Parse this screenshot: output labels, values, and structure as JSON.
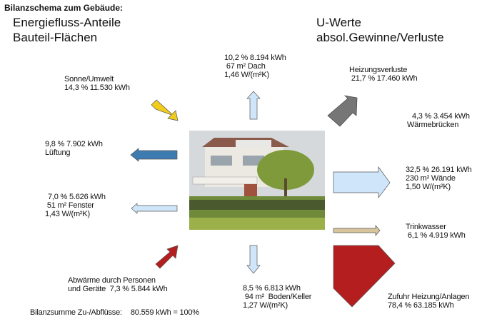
{
  "title": "Bilanzschema zum Gebäude:",
  "legend_left": [
    "Energiefluss-Anteile",
    "Bauteil-Flächen"
  ],
  "legend_right": [
    "U-Werte",
    "absol.Gewinne/Verluste"
  ],
  "flows": {
    "sonne": [
      "Sonne/Umwelt",
      "14,3 % 11.530 kWh"
    ],
    "dach": [
      "10,2 % 8.194 kWh",
      " 67 m² Dach",
      "1,46 W/(m²K)"
    ],
    "heizungsverluste": [
      "Heizungsverluste",
      " 21,7 % 17.460 kWh"
    ],
    "waermebruecken": [
      "4,3 % 3.454 kWh",
      "Wärmebrücken"
    ],
    "lueftung": [
      "9,8 % 7.902 kWh",
      "Lüftung"
    ],
    "waende": [
      "32,5 % 26.191 kWh",
      "230 m² Wände",
      "1,50 W/(m²K)"
    ],
    "fenster": [
      "7,0 % 5.626 kWh",
      " 51 m² Fenster",
      "1,43 W/(m²K)"
    ],
    "trinkwasser": [
      "Trinkwasser",
      " 6,1 % 4.919 kWh"
    ],
    "abwaerme": [
      "Abwärme durch Personen",
      "und Geräte  7,3 % 5.844 kWh"
    ],
    "boden": [
      "8,5 % 6.813 kWh",
      " 94 m²  Boden/Keller",
      "1,27 W/(m²K)"
    ],
    "zufuhr": [
      "Zufuhr Heizung/Anlagen",
      "78,4 % 63.185 kWh"
    ]
  },
  "summary": {
    "label": "Bilanzsumme Zu-/Abflüsse:",
    "value": "80.559 kWh = 100%"
  },
  "colors": {
    "sun": "#f2cc1c",
    "ventilation": "#3d7bb0",
    "light_blue": "#cfe6fa",
    "grey": "#767676",
    "tan": "#d8c49a",
    "red": "#b51e1e"
  }
}
